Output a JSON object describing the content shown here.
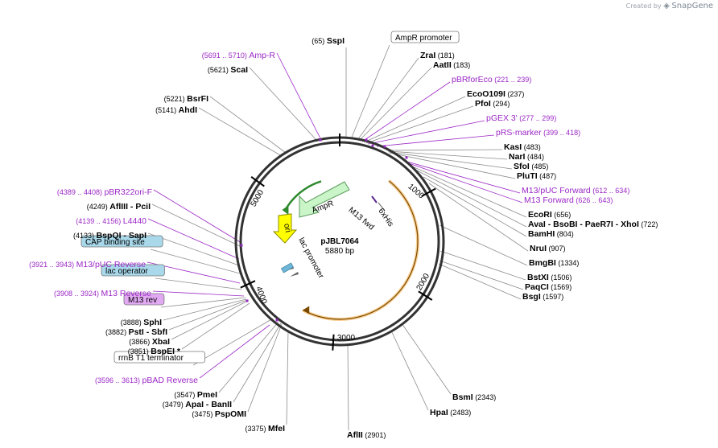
{
  "credit": {
    "prefix": "Created by",
    "brand": "SnapGene"
  },
  "plasmid": {
    "name": "pJBL7064",
    "size_label": "5880 bp",
    "length": 5880
  },
  "ticks": [
    "1000",
    "2000",
    "3000",
    "4000",
    "5000"
  ],
  "colors": {
    "enzyme": "#000000",
    "primer": "#9b27c6",
    "backbone": "#333333",
    "ampr": "#c9f5c9",
    "ori": "#ffff00",
    "orange": "#f4a73a",
    "box_blue": "#a8d8ea",
    "box_purple": "#e2a9f3"
  },
  "features": [
    {
      "label": "AmpR",
      "start": 4520,
      "end": 5170,
      "color": "#c9f5c9"
    },
    {
      "label": "ori",
      "start": 4340,
      "end": 4500,
      "color": "#ffff00"
    },
    {
      "label": "lac promoter",
      "start": 3930,
      "end": 4000
    },
    {
      "label": "M13 fwd",
      "start": 600,
      "end": 640
    },
    {
      "label": "6xHis",
      "start": 690,
      "end": 720
    }
  ],
  "labels": [
    {
      "pos": "(65)",
      "name": "SspI",
      "kind": "enzyme"
    },
    {
      "name": "AmpR promoter",
      "kind": "box_white"
    },
    {
      "name": "ZraI",
      "pos": "(181)",
      "kind": "enzyme"
    },
    {
      "name": "AatII",
      "pos": "(183)",
      "kind": "enzyme"
    },
    {
      "name": "pBRforEco",
      "pos": "(221 .. 239)",
      "kind": "primer"
    },
    {
      "name": "EcoO109I",
      "pos": "(237)",
      "kind": "enzyme"
    },
    {
      "name": "PfoI",
      "pos": "(294)",
      "kind": "enzyme"
    },
    {
      "name": "pGEX 3'",
      "pos": "(277 .. 299)",
      "kind": "primer"
    },
    {
      "name": "pRS-marker",
      "pos": "(399 .. 418)",
      "kind": "primer"
    },
    {
      "name": "KasI",
      "pos": "(483)",
      "kind": "enzyme"
    },
    {
      "name": "NarI",
      "pos": "(484)",
      "kind": "enzyme"
    },
    {
      "name": "SfoI",
      "pos": "(485)",
      "kind": "enzyme"
    },
    {
      "name": "PluTI",
      "pos": "(487)",
      "kind": "enzyme"
    },
    {
      "name": "M13/pUC Forward",
      "pos": "(612 .. 634)",
      "kind": "primer"
    },
    {
      "name": "M13 Forward",
      "pos": "(626 .. 643)",
      "kind": "primer"
    },
    {
      "name": "EcoRI",
      "pos": "(656)",
      "kind": "enzyme"
    },
    {
      "name": "AvaI  -  BsoBI  -  PaeR7I  -  XhoI",
      "pos": "(722)",
      "kind": "enzyme"
    },
    {
      "name": "BamHI",
      "pos": "(804)",
      "kind": "enzyme"
    },
    {
      "name": "NruI",
      "pos": "(907)",
      "kind": "enzyme"
    },
    {
      "name": "BmgBI",
      "pos": "(1334)",
      "kind": "enzyme"
    },
    {
      "name": "BstXI",
      "pos": "(1506)",
      "kind": "enzyme"
    },
    {
      "name": "PaqCI",
      "pos": "(1569)",
      "kind": "enzyme"
    },
    {
      "name": "BsgI",
      "pos": "(1597)",
      "kind": "enzyme"
    },
    {
      "name": "BsmI",
      "pos": "(2343)",
      "kind": "enzyme"
    },
    {
      "name": "HpaI",
      "pos": "(2483)",
      "kind": "enzyme"
    },
    {
      "name": "AflII",
      "pos": "(2901)",
      "kind": "enzyme"
    },
    {
      "pos": "(3375)",
      "name": "MfeI",
      "kind": "enzyme"
    },
    {
      "pos": "(3475)",
      "name": "PspOMI",
      "kind": "enzyme"
    },
    {
      "pos": "(3479)",
      "name": "ApaI  -  BanII",
      "kind": "enzyme"
    },
    {
      "pos": "(3547)",
      "name": "PmeI",
      "kind": "enzyme"
    },
    {
      "pos": "(3596 .. 3613)",
      "name": "pBAD Reverse",
      "kind": "primer"
    },
    {
      "name": "rrnB T1 terminator",
      "kind": "box_white"
    },
    {
      "pos": "(3851)",
      "name": "BspEI  *",
      "kind": "enzyme"
    },
    {
      "pos": "(3866)",
      "name": "XbaI",
      "kind": "enzyme"
    },
    {
      "pos": "(3882)",
      "name": "PstI  -  SbfI",
      "kind": "enzyme"
    },
    {
      "pos": "(3888)",
      "name": "SphI",
      "kind": "enzyme"
    },
    {
      "name": "M13 rev",
      "kind": "box_purple"
    },
    {
      "pos": "(3908 .. 3924)",
      "name": "M13 Reverse",
      "kind": "primer"
    },
    {
      "name": "lac operator",
      "kind": "box_blue"
    },
    {
      "pos": "(3921 .. 3943)",
      "name": "M13/pUC Reverse",
      "kind": "primer"
    },
    {
      "name": "CAP binding site",
      "kind": "box_blue"
    },
    {
      "pos": "(4133)",
      "name": "BspQI  -  SapI",
      "kind": "enzyme"
    },
    {
      "pos": "(4139 .. 4156)",
      "name": "L4440",
      "kind": "primer"
    },
    {
      "pos": "(4249)",
      "name": "AflIII  -  PciI",
      "kind": "enzyme"
    },
    {
      "pos": "(4389 .. 4408)",
      "name": "pBR322ori-F",
      "kind": "primer"
    },
    {
      "pos": "(5141)",
      "name": "AhdI",
      "kind": "enzyme"
    },
    {
      "pos": "(5221)",
      "name": "BsrFI",
      "kind": "enzyme"
    },
    {
      "pos": "(5621)",
      "name": "ScaI",
      "kind": "enzyme"
    },
    {
      "pos": "(5691 .. 5710)",
      "name": "Amp-R",
      "kind": "primer"
    }
  ]
}
